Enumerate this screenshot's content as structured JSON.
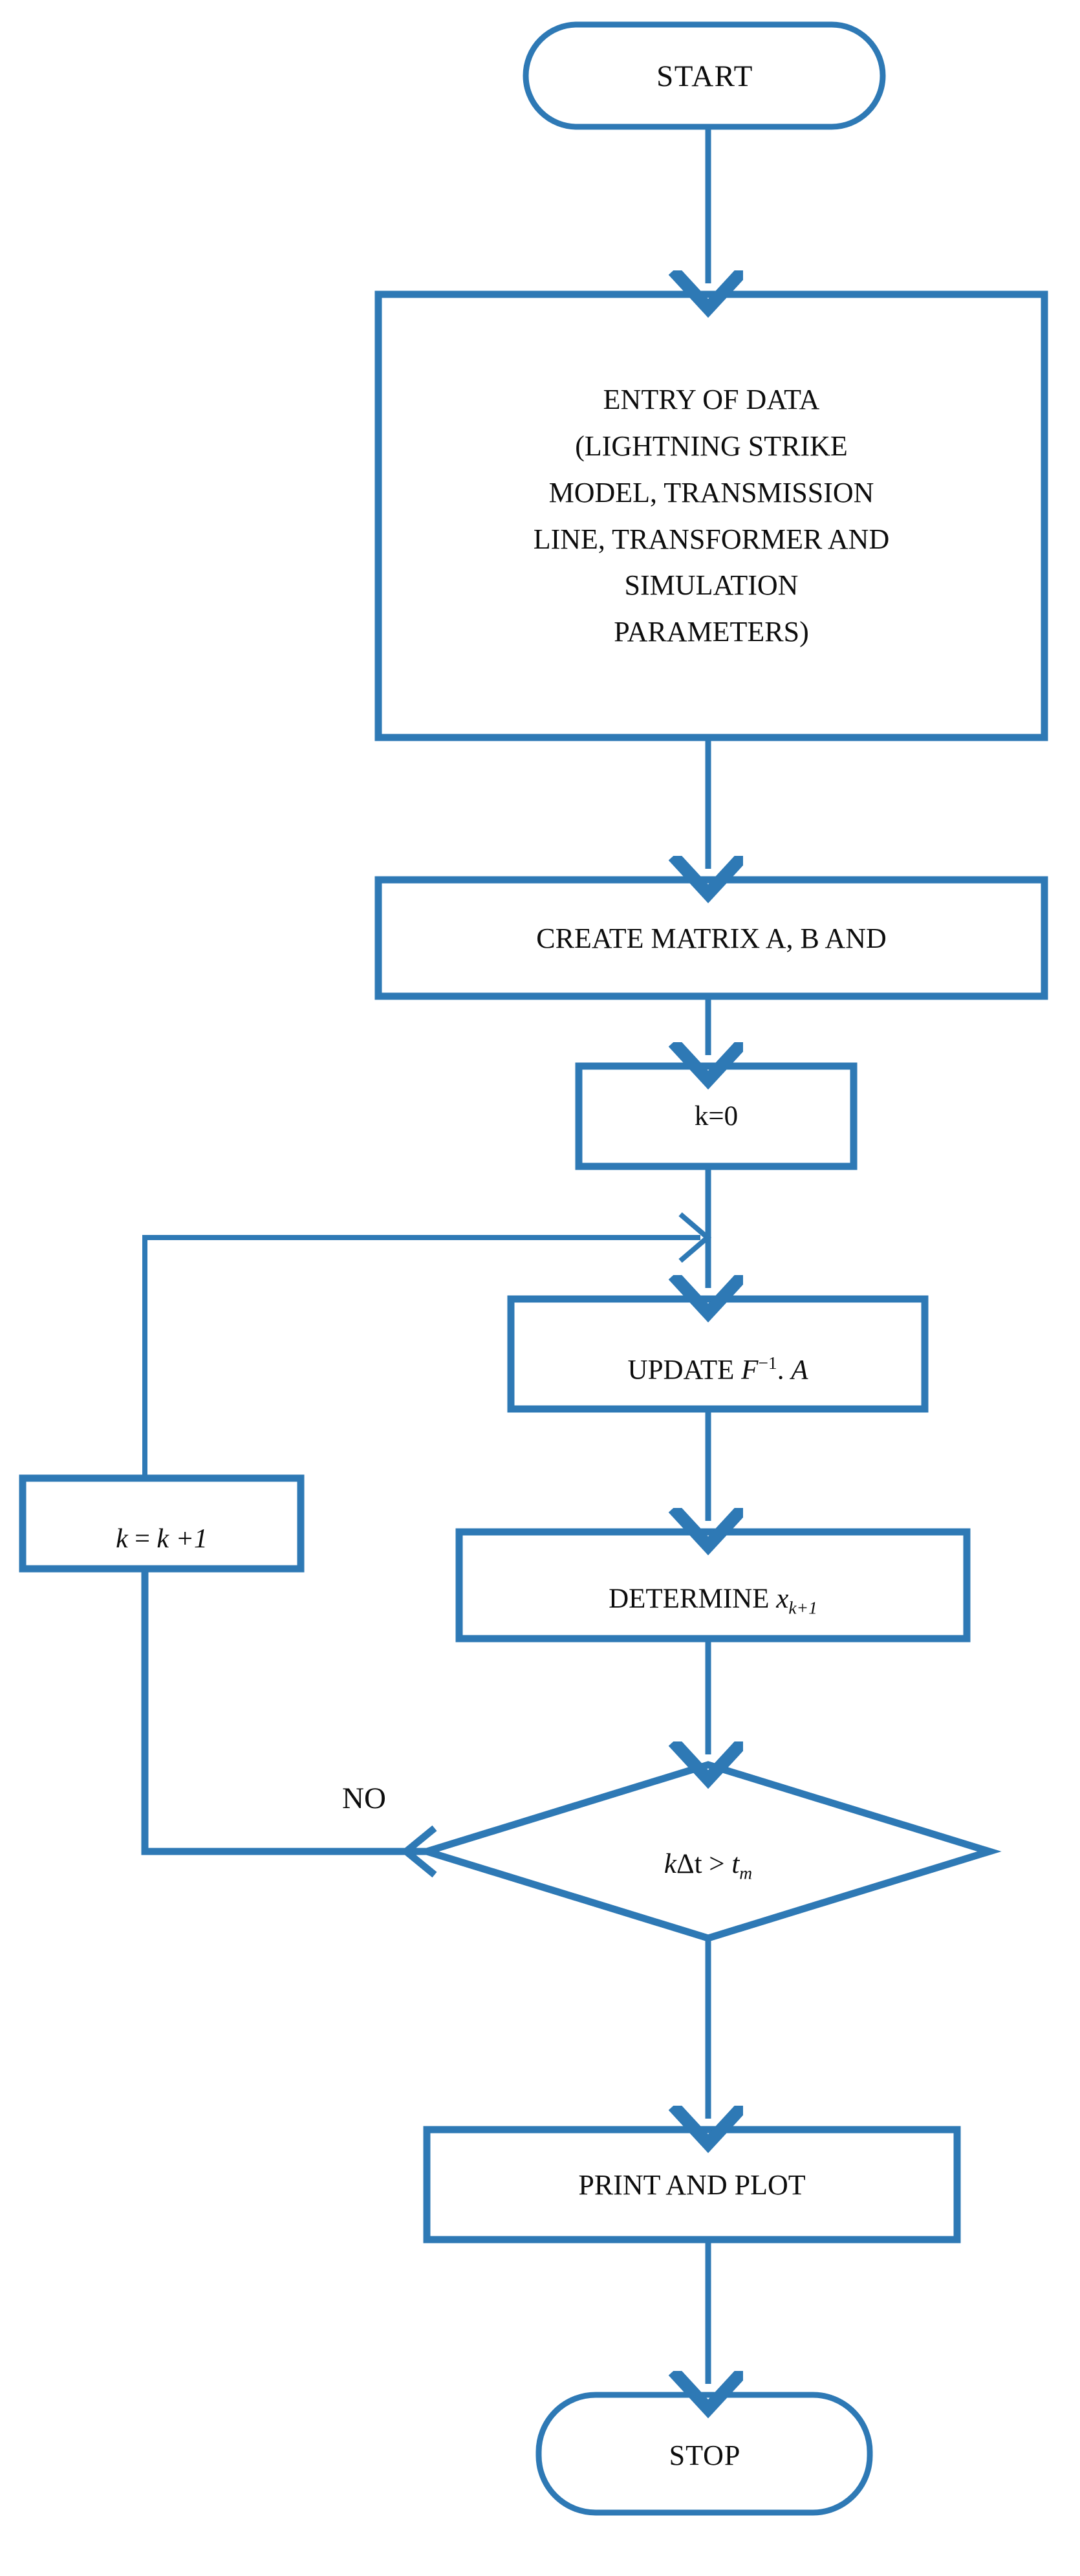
{
  "diagram": {
    "title": "Lightning strike simulation flowchart",
    "colors": {
      "stroke": "#2E79B5",
      "stroke_light": "#4A90C8",
      "text": "#0D0D0D",
      "background": "#FFFFFF"
    },
    "nodes": [
      {
        "id": "start",
        "shape": "terminator",
        "label": "START"
      },
      {
        "id": "entry",
        "shape": "process",
        "label": "ENTRY OF DATA\n(LIGHTNING STRIKE\nMODEL, TRANSMISSION\nLINE, TRANSFORMER AND\nSIMULATION\nPARAMETERS)"
      },
      {
        "id": "matrix",
        "shape": "process",
        "label": "CREATE MATRIX A, B AND"
      },
      {
        "id": "init",
        "shape": "process",
        "label": "k=0"
      },
      {
        "id": "update",
        "shape": "process",
        "label_plain": "UPDATE F-1. A",
        "label_prefix": "UPDATE ",
        "label_var": "F",
        "label_sup": "−1",
        "label_suffix": ". ",
        "label_var2": "A"
      },
      {
        "id": "increment",
        "shape": "process",
        "label_plain": "k = k +1",
        "label_var": "k",
        "label_mid": " = ",
        "label_var2": "k",
        "label_suffix": " +1"
      },
      {
        "id": "determine",
        "shape": "process",
        "label_plain": "DETERMINE xk+1",
        "label_prefix": "DETERMINE ",
        "label_var": "x",
        "label_sub": "k+1"
      },
      {
        "id": "decision",
        "shape": "diamond",
        "label_plain": "kΔt > tm",
        "label_var": "k",
        "label_delta": "Δt > ",
        "label_var2": "t",
        "label_sub": "m"
      },
      {
        "id": "print",
        "shape": "process",
        "label": "PRINT AND PLOT"
      },
      {
        "id": "stop",
        "shape": "terminator",
        "label": "STOP"
      }
    ],
    "edge_labels": [
      {
        "id": "no-branch",
        "label": "NO"
      }
    ],
    "edges": [
      {
        "from": "start",
        "to": "entry"
      },
      {
        "from": "entry",
        "to": "matrix"
      },
      {
        "from": "matrix",
        "to": "init"
      },
      {
        "from": "init",
        "to": "update"
      },
      {
        "from": "update",
        "to": "determine"
      },
      {
        "from": "determine",
        "to": "decision"
      },
      {
        "from": "decision",
        "to": "increment",
        "label": "NO"
      },
      {
        "from": "increment",
        "to": "update"
      },
      {
        "from": "decision",
        "to": "print"
      },
      {
        "from": "print",
        "to": "stop"
      }
    ]
  }
}
